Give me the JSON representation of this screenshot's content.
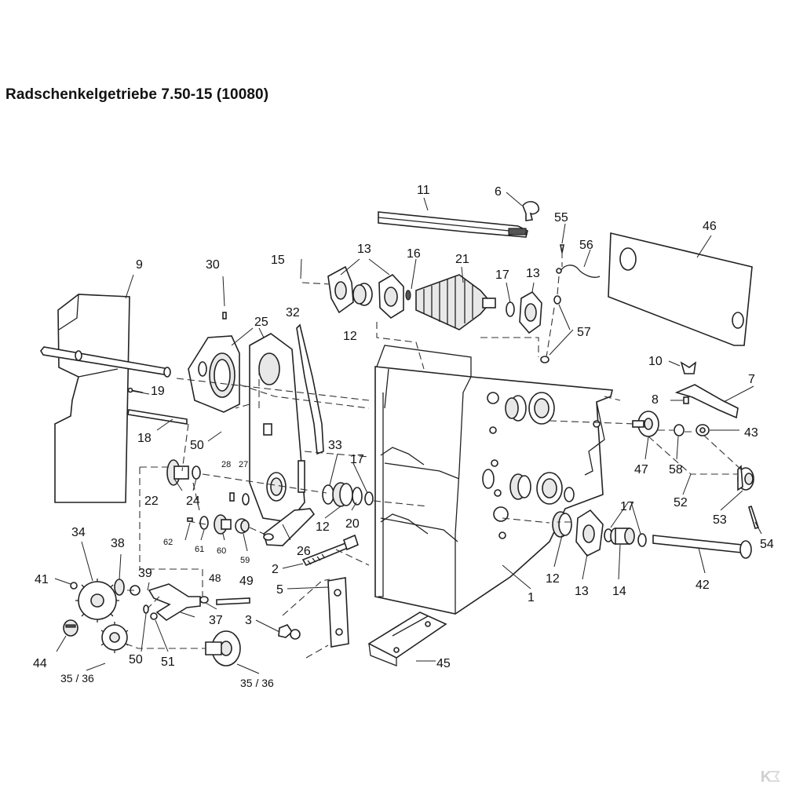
{
  "title": "Radschenkelgetriebe 7.50-15 (10080)",
  "callouts": {
    "c1": "1",
    "c2": "2",
    "c3": "3",
    "c5": "5",
    "c6": "6",
    "c7": "7",
    "c8": "8",
    "c9": "9",
    "c10": "10",
    "c11": "11",
    "c12a": "12",
    "c12b": "12",
    "c12c": "12",
    "c13a": "13",
    "c13b": "13",
    "c13c": "13",
    "c14": "14",
    "c15": "15",
    "c16": "16",
    "c17a": "17",
    "c17b": "17",
    "c17c": "17",
    "c18": "18",
    "c19": "19",
    "c20": "20",
    "c21": "21",
    "c22": "22",
    "c24": "24",
    "c25": "25",
    "c26": "26",
    "c27": "27",
    "c28": "28",
    "c30": "30",
    "c32": "32",
    "c33": "33",
    "c34": "34",
    "c35a": "35 / 36",
    "c35b": "35 / 36",
    "c37": "37",
    "c38": "38",
    "c39": "39",
    "c41": "41",
    "c42": "42",
    "c43": "43",
    "c44": "44",
    "c45": "45",
    "c46": "46",
    "c47": "47",
    "c48": "48",
    "c49": "49",
    "c50a": "50",
    "c50b": "50",
    "c51": "51",
    "c52": "52",
    "c53": "53",
    "c54": "54",
    "c55": "55",
    "c56": "56",
    "c57": "57",
    "c58": "58",
    "c59": "59",
    "c60": "60",
    "c61": "61",
    "c62": "62"
  },
  "watermark_logo": "K",
  "colors": {
    "ink": "#222222",
    "background": "#ffffff",
    "shade": "#e8e8e8"
  }
}
